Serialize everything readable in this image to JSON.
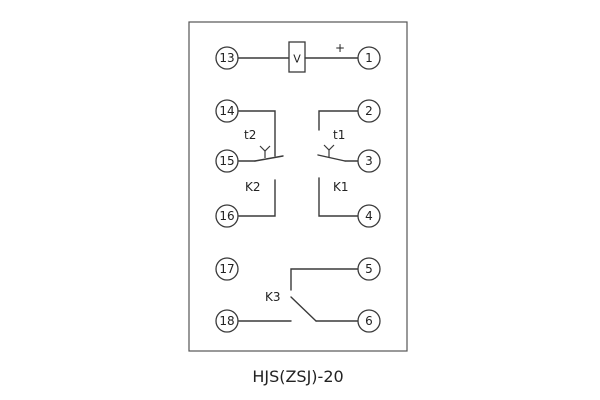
{
  "terminals": {
    "t13": "13",
    "t1": "1",
    "t14": "14",
    "t2": "2",
    "t15": "15",
    "t3": "3",
    "t16": "16",
    "t4": "4",
    "t17": "17",
    "t5": "5",
    "t18": "18",
    "t6": "6"
  },
  "meter": {
    "label": "V",
    "polarity": "+"
  },
  "contacts": {
    "k1": {
      "name": "K1",
      "timer": "t1"
    },
    "k2": {
      "name": "K2",
      "timer": "t2"
    },
    "k3": {
      "name": "K3"
    }
  },
  "caption": "HJS(ZSJ)-20"
}
